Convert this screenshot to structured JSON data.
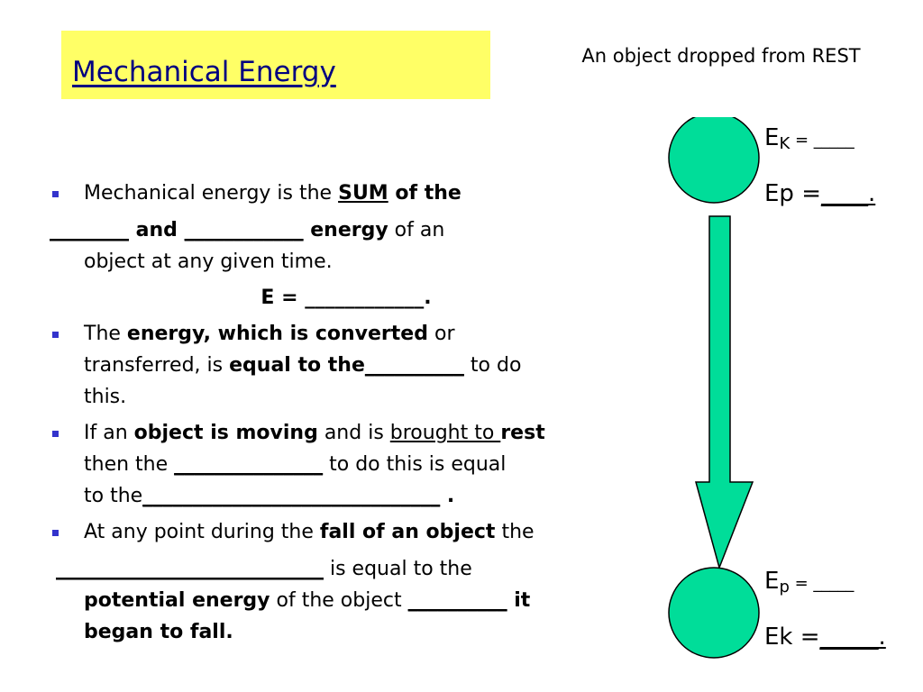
{
  "title": "Mechanical Energy",
  "caption": "An object dropped from REST",
  "colors": {
    "title_bg": "#ffff66",
    "title_text": "#000080",
    "bullet": "#3333cc",
    "ball": "#00dd99"
  },
  "bullets": {
    "b1": {
      "t1": "Mechanical energy is the ",
      "sum": "SUM",
      "t2": " of the",
      "blank1": "________",
      "and": " and ",
      "blank2": "____________",
      "energy": " energy",
      "t3": " of an",
      "t4": "object at any given time.",
      "formula": "E = ____________."
    },
    "b2": {
      "t1": "The ",
      "bold1": "energy, which is converted",
      "t2": " or",
      "t3": "transferred, is ",
      "bold2": "equal to the",
      "blank": "__________",
      "t4": " to do",
      "t5": "this."
    },
    "b3": {
      "t1": "If an ",
      "bold1": "object is moving",
      "t2": " and is ",
      "u1": "brought to ",
      "bold2": "rest",
      "t3": "then the ",
      "blank1": "_______________",
      "t4": " to do this is equal",
      "t5": "to the",
      "blank2": "______________________________",
      "dot": " ."
    },
    "b4": {
      "t1": "At any point during the ",
      "bold1": "fall of an object",
      "t2": " the",
      "blank1": "___________________________",
      "t3": " is equal to the",
      "bold2": "potential energy",
      "t4": " of the object ",
      "blank2": "__________",
      "bold3": " it",
      "bold4": "began to fall."
    }
  },
  "diagram": {
    "top": {
      "ek_symbol": "E",
      "ek_sub": "K",
      "ek_eq": " = _____",
      "ep_text": "Ep =",
      "ep_blank": "____."
    },
    "bottom": {
      "ep_symbol": "E",
      "ep_sub": "p",
      "ep_eq": " = _____",
      "ek_text": "Ek =",
      "ek_blank": "_____."
    }
  }
}
